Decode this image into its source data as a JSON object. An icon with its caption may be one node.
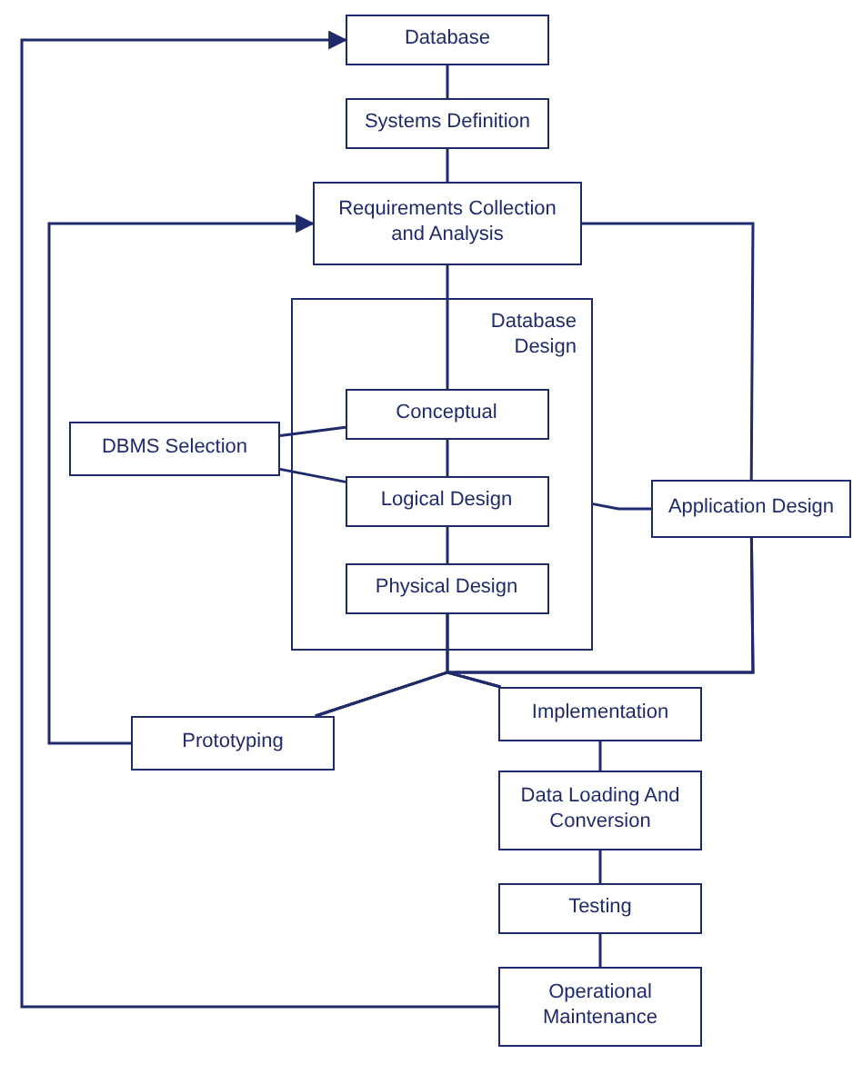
{
  "diagram": {
    "nodes": [
      {
        "text": [
          "Database"
        ]
      },
      {
        "text": [
          "Systems Definition"
        ]
      },
      {
        "text": [
          "Requirements Collection and Analysis"
        ]
      },
      {
        "text": [
          "Database Design"
        ]
      },
      {
        "text": [
          "DBMS Selection"
        ]
      },
      {
        "text": [
          "Conceptual"
        ],
        "in": 3
      },
      {
        "text": [
          "Logical Design"
        ],
        "in": 3
      },
      {
        "text": [
          "Physical Design"
        ],
        "in": 3
      },
      {
        "text": [
          "Application Design"
        ]
      },
      {
        "text": [
          "Prototyping"
        ]
      },
      {
        "text": [
          "Implementation"
        ]
      },
      {
        "text": [
          "Data Loading And Conversion"
        ]
      },
      {
        "text": [
          "Testing"
        ]
      },
      {
        "text": [
          "Operational Maintenance"
        ]
      }
    ],
    "edges": [
      {
        "from": 0,
        "to": 1,
        "arrow": "none"
      },
      {
        "from": 1,
        "to": 2,
        "arrow": "none"
      },
      {
        "from": 2,
        "to": 5,
        "arrow": "none"
      },
      {
        "from": 5,
        "to": 6,
        "arrow": "none"
      },
      {
        "from": 6,
        "to": 7,
        "arrow": "none"
      },
      {
        "from": 4,
        "to": 5,
        "arrow": "none"
      },
      {
        "from": 4,
        "to": 6,
        "arrow": "none"
      },
      {
        "from": 2,
        "to": 8,
        "arrow": "none"
      },
      {
        "from": 3,
        "to": 8,
        "arrow": "none"
      },
      {
        "from": 7,
        "to": 9,
        "arrow": "none"
      },
      {
        "from": 7,
        "to": 10,
        "arrow": "none"
      },
      {
        "from": 8,
        "to": 9,
        "arrow": "none"
      },
      {
        "from": 8,
        "to": 10,
        "arrow": "none"
      },
      {
        "from": 9,
        "to": 2,
        "arrow": "to"
      },
      {
        "from": 10,
        "to": 11,
        "arrow": "none"
      },
      {
        "from": 11,
        "to": 12,
        "arrow": "none"
      },
      {
        "from": 12,
        "to": 13,
        "arrow": "none"
      },
      {
        "from": 13,
        "to": 0,
        "arrow": "to"
      }
    ]
  }
}
